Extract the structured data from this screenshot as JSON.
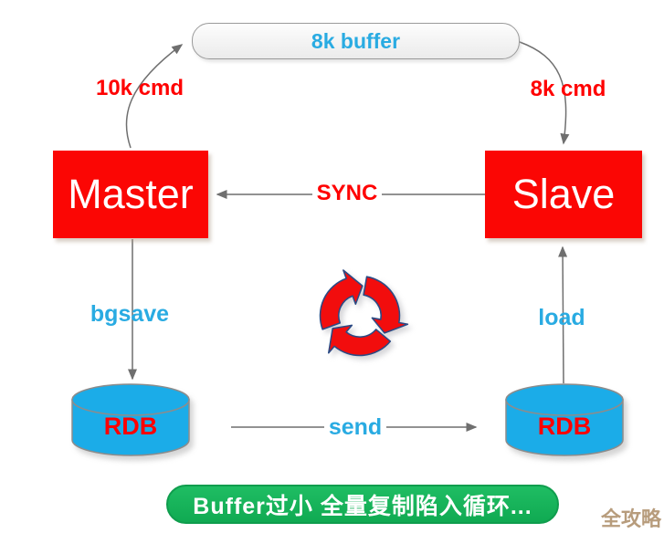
{
  "buffer_pill": {
    "label": "8k buffer"
  },
  "nodes": {
    "master": "Master",
    "slave": "Slave",
    "rdb_left": "RDB",
    "rdb_right": "RDB"
  },
  "edges": {
    "master_to_buffer": "10k cmd",
    "buffer_to_slave": "8k cmd",
    "slave_to_master": "SYNC",
    "master_to_rdb": "bgsave",
    "rdb_to_slave": "load",
    "rdb_to_rdb": "send"
  },
  "caption": "Buffer过小 全量复制陷入循环...",
  "watermark": "全攻略",
  "colors": {
    "node-red": "#fb0604",
    "label-red": "#ff0000",
    "label-blue": "#29abe2",
    "cylinder-blue": "#1bace8",
    "cycle-red": "#f20d0d",
    "caption-green": "#13b259",
    "watermark-tan": "#b79c7c",
    "line-gray": "#6f6f6f"
  }
}
